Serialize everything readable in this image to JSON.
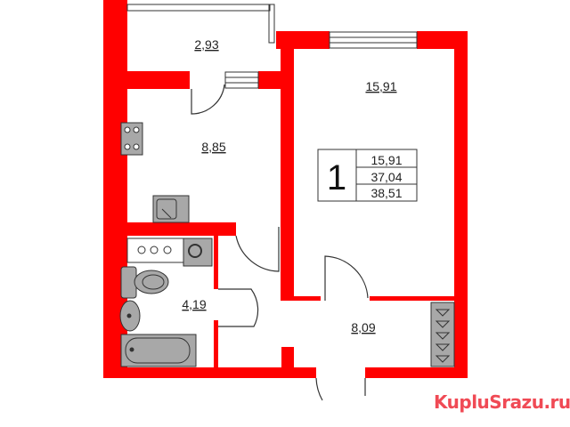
{
  "colors": {
    "wall": "#ff0000",
    "fixture": "#a8a8a8"
  },
  "rooms": {
    "balcony": "2,93",
    "living_room": "15,91",
    "kitchen": "8,85",
    "bathroom": "4,19",
    "hallway": "8,09"
  },
  "legend": {
    "rooms_count": "1",
    "living_area": "15,91",
    "total_area": "37,04",
    "total_area_with_balcony": "38,51"
  },
  "watermark": "KupluSrazu.ru"
}
